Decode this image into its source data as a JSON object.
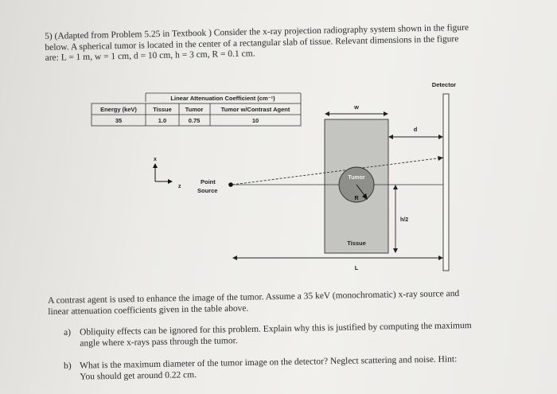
{
  "problem": {
    "number": "5)",
    "line1": "(Adapted from Problem 5.25 in Textbook ) Consider the x-ray projection radiography system shown in the figure",
    "line2": "below. A spherical tumor is located in the center of a rectangular slab of tissue. Relevant dimensions in the figure",
    "line3": "are: L = 1 m, w = 1 cm, d = 10 cm, h = 3 cm, R = 0.1 cm."
  },
  "table": {
    "title": "Linear Attenuation Coefficient (cm⁻¹)",
    "headers": [
      "Energy (keV)",
      "Tissue",
      "Tumor",
      "Tumor w/Contrast Agent"
    ],
    "row": [
      "35",
      "1.0",
      "0.75",
      "10"
    ]
  },
  "figure": {
    "detector": "Detector",
    "w": "w",
    "d": "d",
    "x_axis": "x",
    "z_axis": "z",
    "point_source_line1": "Point",
    "point_source_line2": "Source",
    "tumor": "Tumor",
    "r": "R",
    "h_half": "h/2",
    "tissue": "Tissue",
    "l": "L"
  },
  "body": {
    "line1": "A contrast agent is used to enhance the image of the tumor. Assume a 35 keV (monochromatic) x-ray source and",
    "line2": "linear attenuation coefficients given in the table above."
  },
  "questions": [
    {
      "label": "a)",
      "line1": "Obliquity effects can be ignored for this problem. Explain why this is justified by computing the maximum",
      "line2": "angle where x-rays pass through the tumor."
    },
    {
      "label": "b)",
      "line1": "What is the maximum diameter of the tumor image on the detector? Neglect scattering and noise. Hint:",
      "line2": "You should get around 0.22 cm."
    }
  ]
}
